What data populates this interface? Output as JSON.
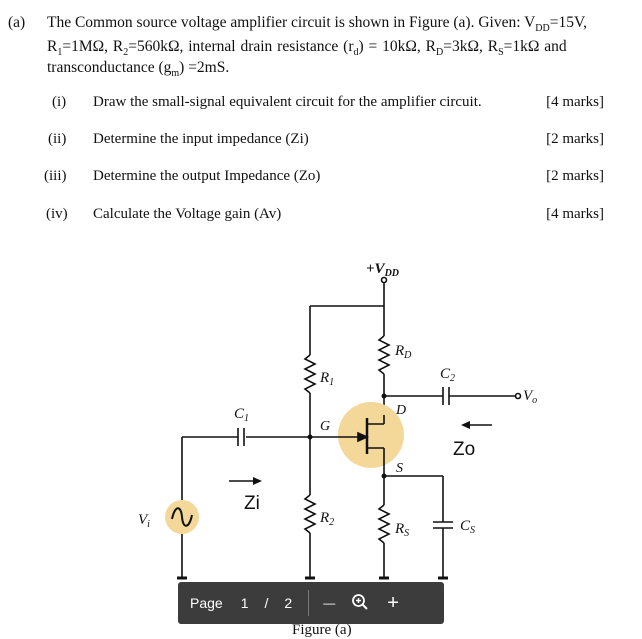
{
  "question": {
    "label": "(a)",
    "line1": "The Common source voltage amplifier circuit is shown in Figure (a). Given: V",
    "line1_vdd_sub": "DD",
    "line1_end": "=15V,",
    "line2_a": "R",
    "line2_a_sub": "1",
    "line2_b": "=1MΩ, R",
    "line2_b_sub": "2",
    "line2_c": "=560kΩ, internal drain resistance (r",
    "line2_c_sub": "d",
    "line2_d": ") = 10kΩ, R",
    "line2_d_sub": "D",
    "line2_e": "=3kΩ, R",
    "line2_e_sub": "S",
    "line2_f": "=1kΩ and",
    "line3_a": "transconductance (g",
    "line3_a_sub": "m",
    "line3_b": ") =2mS."
  },
  "parts": [
    {
      "num": "(i)",
      "text": "Draw the small-signal equivalent circuit for the amplifier circuit.",
      "marks": "[4 marks]"
    },
    {
      "num": "(ii)",
      "text": "Determine the input impedance (Zi)",
      "marks": "[2 marks]"
    },
    {
      "num": "(iii)",
      "text": "Determine the output Impedance (Zo)",
      "marks": "[2 marks]"
    },
    {
      "num": "(iv)",
      "text": "Calculate the Voltage gain (Av)",
      "marks": "[4 marks]"
    }
  ],
  "circuit": {
    "vdd": "+V",
    "vdd_sub": "DD",
    "rd": "R",
    "rd_sub": "D",
    "r1": "R",
    "r1_sub": "1",
    "r2": "R",
    "r2_sub": "2",
    "rs": "R",
    "rs_sub": "S",
    "c1": "C",
    "c1_sub": "1",
    "c2": "C",
    "c2_sub": "2",
    "cs": "C",
    "cs_sub": "S",
    "g": "G",
    "d": "D",
    "s": "S",
    "vi": "V",
    "vi_sub": "i",
    "vo": "V",
    "vo_sub": "o",
    "zi": "Zi",
    "zo": "Zo",
    "caption": "Figure (a)"
  },
  "toolbar": {
    "page_label": "Page",
    "current_page": "1",
    "separator": "/",
    "total_pages": "2",
    "zoom_out": "—",
    "zoom_in": "+"
  },
  "colors": {
    "highlight": "#f3d89a",
    "toolbar_bg": "#3c3c3c"
  }
}
